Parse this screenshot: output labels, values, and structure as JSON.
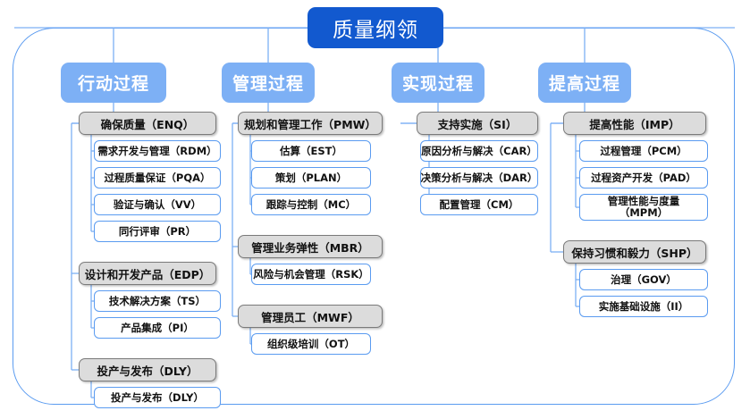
{
  "diagram": {
    "title": "质量纲领",
    "frame_color": "#5a9bf0",
    "root_color": "#1259cf",
    "header_color": "#7db0f5",
    "group_color": "#dcdcdc",
    "leaf_color": "#ffffff",
    "columns": [
      {
        "header": "行动过程",
        "groups": [
          {
            "label": "确保质量（ENQ）",
            "items": [
              "需求开发与管理（RDM）",
              "过程质量保证（PQA）",
              "验证与确认（VV）",
              "同行评审（PR）"
            ]
          },
          {
            "label": "设计和开发产品（EDP）",
            "items": [
              "技术解决方案（TS）",
              "产品集成（PI）"
            ]
          },
          {
            "label": "投产与发布（DLY）",
            "items": [
              "投产与发布（DLY）"
            ]
          }
        ]
      },
      {
        "header": "管理过程",
        "groups": [
          {
            "label": "规划和管理工作（PMW）",
            "items": [
              "估算（EST）",
              "策划（PLAN）",
              "跟踪与控制（MC）"
            ]
          },
          {
            "label": "管理业务弹性（MBR）",
            "items": [
              "风险与机会管理（RSK）"
            ]
          },
          {
            "label": "管理员工（MWF）",
            "items": [
              "组织级培训（OT）"
            ]
          }
        ]
      },
      {
        "header": "实现过程",
        "groups": [
          {
            "label": "支持实施（SI）",
            "items": [
              "原因分析与解决（CAR）",
              "决策分析与解决（DAR）",
              "配置管理（CM）"
            ]
          }
        ]
      },
      {
        "header": "提高过程",
        "groups": [
          {
            "label": "提高性能（IMP）",
            "items": [
              "过程管理（PCM）",
              "过程资产开发（PAD）",
              "管理性能与度量\n（MPM）"
            ]
          },
          {
            "label": "保持习惯和毅力（SHP）",
            "items": [
              "治理（GOV）",
              "实施基础设施（II）"
            ]
          }
        ]
      }
    ]
  }
}
